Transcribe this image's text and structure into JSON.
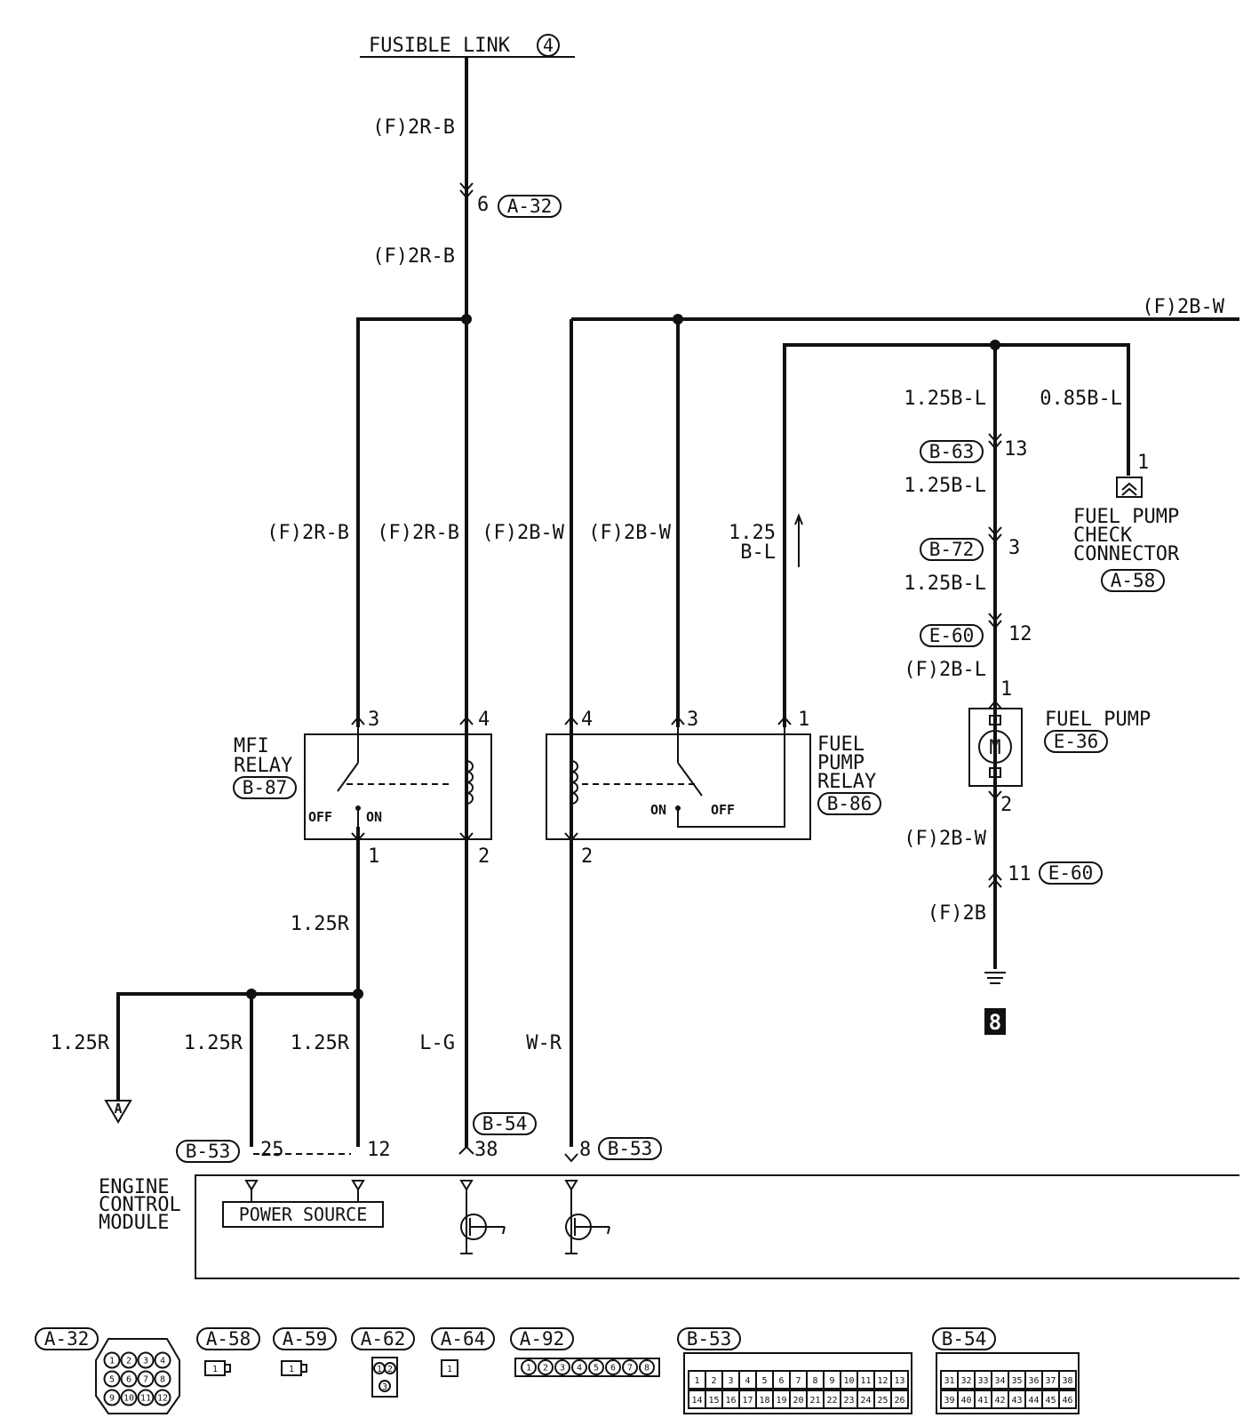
{
  "fusible_link": "FUSIBLE LINK",
  "fusible_link_number": "4",
  "wires": {
    "f2rb": "(F)2R-B",
    "f2bw": "(F)2B-W",
    "b125bl": "1.25B-L",
    "b085bl": "0.85B-L",
    "b125_top": "1.25",
    "b125_bot": "B-L",
    "f2bl": "(F)2B-L",
    "f2b": "(F)2B",
    "r125": "1.25R",
    "lg": "L-G",
    "wr": "W-R"
  },
  "connectors": {
    "a32": "A-32",
    "b63": "B-63",
    "b72": "B-72",
    "e60": "E-60",
    "a58": "A-58",
    "e36": "E-36",
    "b87": "B-87",
    "b86": "B-86",
    "b53": "B-53",
    "b54": "B-54",
    "a59": "A-59",
    "a62": "A-62",
    "a64": "A-64",
    "a92": "A-92"
  },
  "pins": {
    "p6": "6",
    "p13": "13",
    "p3": "3",
    "p12": "12",
    "p1": "1",
    "p2": "2",
    "p4": "4",
    "p11": "11",
    "p25": "25",
    "p38": "38",
    "p8": "8"
  },
  "components": {
    "mfi_relay_1": "MFI",
    "mfi_relay_2": "RELAY",
    "fuel_pump_relay_1": "FUEL",
    "fuel_pump_relay_2": "PUMP",
    "fuel_pump_relay_3": "RELAY",
    "fuel_pump": "FUEL PUMP",
    "motor": "M",
    "check_conn_1": "FUEL PUMP",
    "check_conn_2": "CHECK",
    "check_conn_3": "CONNECTOR",
    "ecm_1": "ENGINE",
    "ecm_2": "CONTROL",
    "ecm_3": "MODULE",
    "power_source": "POWER SOURCE",
    "off": "OFF",
    "on": "ON",
    "ground_ref": "A",
    "ground_num": "8"
  },
  "connector_faces": {
    "a32": [
      "1",
      "2",
      "3",
      "4",
      "5",
      "6",
      "7",
      "8",
      "9",
      "10",
      "11",
      "12"
    ],
    "a58": [
      "1"
    ],
    "a59": [
      "1"
    ],
    "a62": [
      "1",
      "2",
      "3"
    ],
    "a64": [
      "1"
    ],
    "a92": [
      "1",
      "2",
      "3",
      "4",
      "5",
      "6",
      "7",
      "8"
    ],
    "b53_row1": [
      "1",
      "2",
      "3",
      "4",
      "5",
      "6",
      "7",
      "8",
      "9",
      "10",
      "11",
      "12",
      "13"
    ],
    "b53_row2": [
      "14",
      "15",
      "16",
      "17",
      "18",
      "19",
      "20",
      "21",
      "22",
      "23",
      "24",
      "25",
      "26"
    ],
    "b54_row1": [
      "31",
      "32",
      "33",
      "34",
      "35",
      "36",
      "37",
      "38"
    ],
    "b54_row2": [
      "39",
      "40",
      "41",
      "42",
      "43",
      "44",
      "45",
      "46"
    ]
  }
}
